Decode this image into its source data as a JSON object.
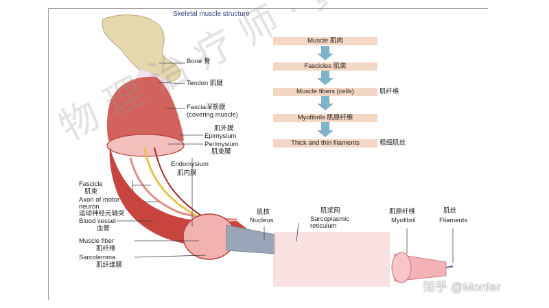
{
  "title": "Skeletal muscle structure",
  "hierarchy": [
    {
      "label": "Muscle  肌肉",
      "side": ""
    },
    {
      "label": "Fascicles  肌束",
      "side": ""
    },
    {
      "label": "Muscle fibers (cells)",
      "side": "肌纤维"
    },
    {
      "label": "Myofibrils  肌原纤维",
      "side": ""
    },
    {
      "label": "Thick and thin filaments",
      "side": "粗细肌丝"
    }
  ],
  "right_labels": {
    "bone": "Bone 骨",
    "tendon": "Tendon  肌腱",
    "fascia_1": "Fascia深筋膜",
    "fascia_2": "(covering muscle)",
    "epimysium_cn": "肌外膜",
    "epimysium": "Epimysium",
    "perimysium": "Perimysium",
    "perimysium_cn": "肌束膜",
    "endomysium": "Endomysium",
    "endomysium_cn": "肌内膜"
  },
  "left_labels": {
    "fascicle": "Fascicle",
    "fascicle_cn": "肌束",
    "axon_1": "Axon of motor",
    "axon_2": "neuron",
    "axon_cn": "运动神经元轴突",
    "vessel": "Blood vessel",
    "vessel_cn": "血管",
    "fiber": "Muscle fiber",
    "fiber_cn": "肌纤维",
    "sarcolemma": "Sarcolemma",
    "sarcolemma_cn": "肌纤维膜"
  },
  "top_labels": {
    "nucleus_cn": "肌核",
    "nucleus": "Nucleus",
    "sr_cn": "肌浆网",
    "sr_1": "Sarcoplasmic",
    "sr_2": "reticulum",
    "myofibril_cn": "肌原纤维",
    "myofibril": "Myofibril",
    "filaments_cn": "肌丝",
    "filaments": "Filaments"
  },
  "background_watermark": "物理治疗师·黄涛",
  "watermark": "知乎 @Monler",
  "colors": {
    "bone": "#e9dcb4",
    "muscle": "#c8453f",
    "tendon": "#f1e6ee",
    "box": "#f3d6c3",
    "arrow": "#7fb3c9",
    "fiber": "#f0a9a8"
  }
}
